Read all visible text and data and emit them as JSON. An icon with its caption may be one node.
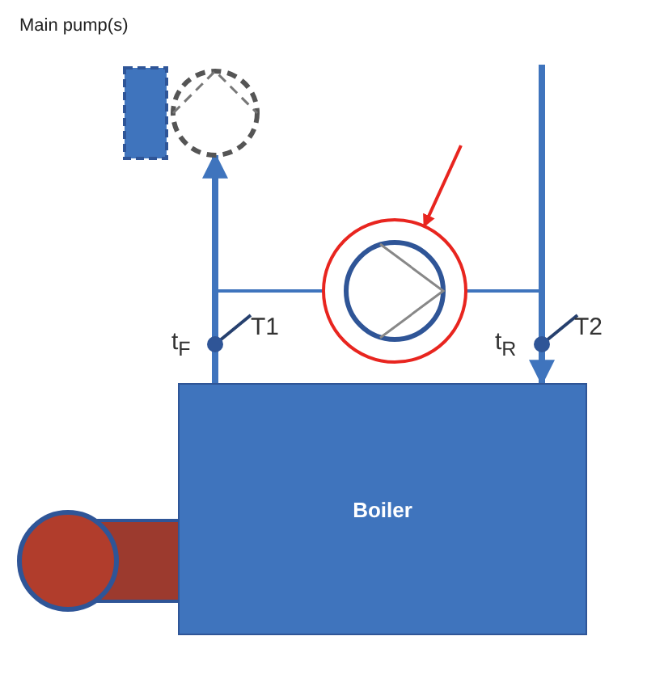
{
  "diagram": {
    "nodes": [
      {
        "text": [
          "Boiler"
        ]
      },
      {
        "text": [],
        "shape": "circle"
      },
      {
        "text": [],
        "shape": "circle"
      }
    ],
    "edges": [
      {
        "from": 0,
        "to": 1,
        "arrow": "to",
        "style": "thick"
      },
      {
        "from": null,
        "to": 0,
        "arrow": "to",
        "style": "thick"
      },
      {
        "from": 0,
        "to": 2,
        "arrow": "none"
      },
      {
        "from": 2,
        "to": 0,
        "arrow": "to"
      },
      {
        "from": null,
        "to": 2,
        "arrow": "to",
        "color": "#e8251f"
      }
    ],
    "labels": [
      "Main pump(s)",
      "t$_{F}$",
      "T1",
      "t$_{R}$",
      "T2"
    ]
  }
}
